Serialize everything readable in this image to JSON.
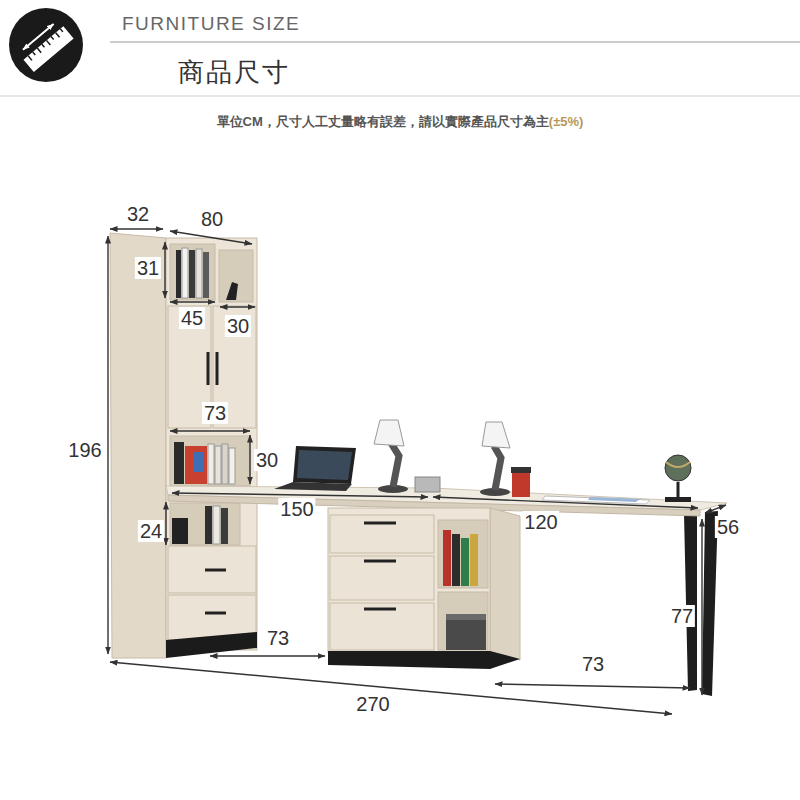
{
  "diagram": {
    "title": "商品尺寸",
    "labels": [
      "FURNITURE SIZE",
      "單位CM，尺寸人工丈量略有誤差，請以實際產品尺寸為主",
      "(±5%)",
      "32",
      "80",
      "31",
      "45",
      "30",
      "73",
      "196",
      "30",
      "150",
      "24",
      "120",
      "56",
      "77",
      "73",
      "73",
      "270"
    ]
  }
}
